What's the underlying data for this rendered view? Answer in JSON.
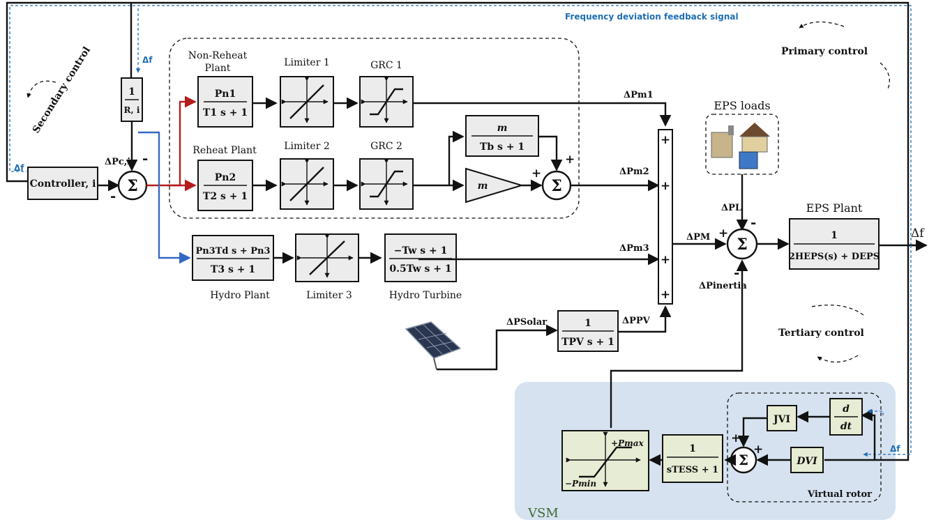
{
  "feedback_label": "Frequency deviation feedback signal",
  "controls": {
    "secondary": "Secondary control",
    "primary": "Primary control",
    "tertiary": "Tertiary control"
  },
  "controller": {
    "label": "Controller, i"
  },
  "droop": {
    "num": "1",
    "den": "R, i"
  },
  "sum_symbol": "Σ",
  "signals": {
    "df": "Δf",
    "dpc": "ΔPc,i",
    "dpm1": "ΔPm1",
    "dpm2": "ΔPm2",
    "dpm3": "ΔPm3",
    "dpm": "ΔPM",
    "dpl": "ΔPL",
    "dpinertia": "ΔPinertia",
    "dpsolar": "ΔPSolar",
    "dppv": "ΔPPV",
    "df_out": "Δf"
  },
  "signs": {
    "plus": "+",
    "minus": "-"
  },
  "plants": {
    "nonreheat": {
      "title": "Non-Reheat\nPlant",
      "num": "Pn1",
      "den": "T1 s + 1"
    },
    "reheat": {
      "title": "Reheat Plant",
      "num": "Pn2",
      "den": "T2 s + 1"
    },
    "hydro": {
      "title": "Hydro Plant",
      "num": "Pn3Td s + Pn3",
      "den": "T3 s + 1"
    }
  },
  "limiters": [
    "Limiter 1",
    "Limiter 2",
    "Limiter 3"
  ],
  "grc": [
    "GRC 1",
    "GRC 2"
  ],
  "reheat_tf": {
    "num": "m",
    "den": "Tb s + 1"
  },
  "gain": "m",
  "hydro_turbine": {
    "title": "Hydro Turbine",
    "num": "−Tw s + 1",
    "den": "0.5Tw s + 1"
  },
  "pv": {
    "num": "1",
    "den": "TPV s + 1"
  },
  "eps_loads": "EPS loads",
  "eps_plant": {
    "title": "EPS Plant",
    "num": "1",
    "den": "2HEPS(s) + DEPS"
  },
  "vsm": {
    "label": "VSM",
    "virtual_rotor": "Virtual rotor",
    "jvi": "JVI",
    "dvi": "DVI",
    "deriv_num": "d",
    "deriv_den": "dt",
    "ess_num": "1",
    "ess_den": "sTESS + 1",
    "pmax": "+Pmax",
    "pmin": "−Pmin"
  },
  "colors": {
    "red_path": "#b51c1c",
    "blue_path": "#3468c5",
    "feedback_blue": "#1f6fb5",
    "vsm_bg": "#d6e2f0",
    "vsm_block": "#e7ecd4"
  }
}
